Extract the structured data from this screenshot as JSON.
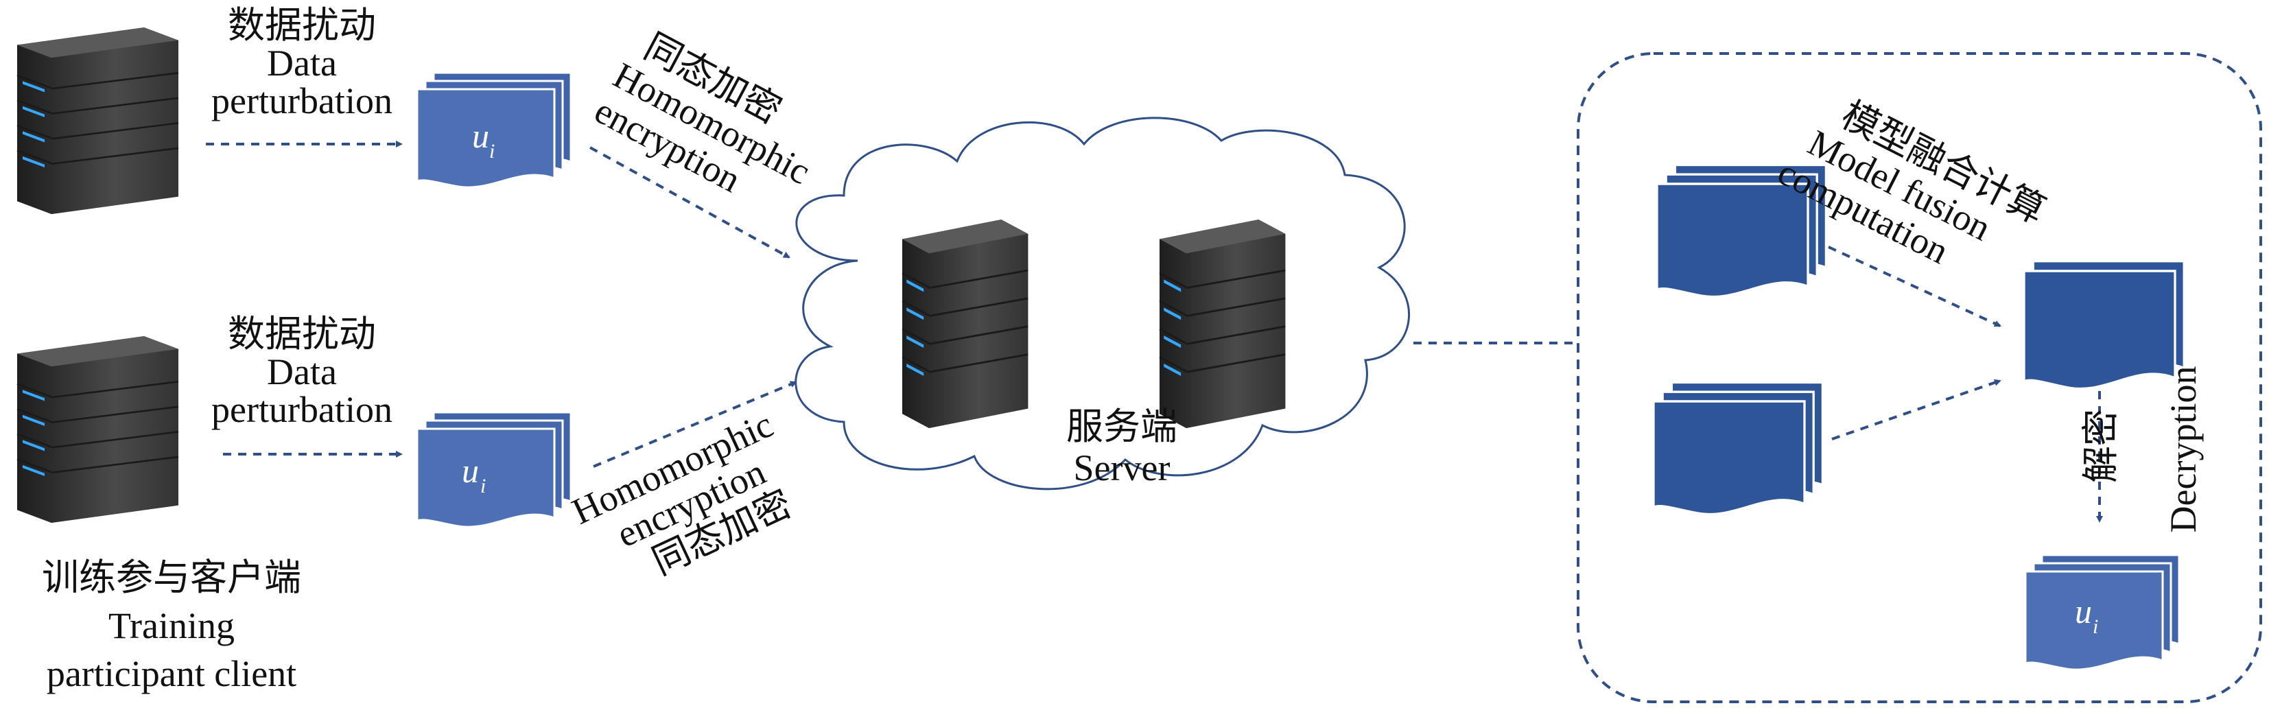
{
  "colors": {
    "arrow": "#2f4f86",
    "document_fill": "#4d6fb3",
    "document_fill_dark": "#2e5597",
    "cloud_stroke": "#2f4f86",
    "server_body": "#3c3c3c",
    "server_led": "#2f8fdc"
  },
  "icons": {
    "server": "server-tower-icon",
    "document": "document-stack-icon",
    "cloud": "cloud-shape"
  },
  "clients": {
    "perturbation_cn": "数据扰动",
    "perturbation_en_1": "Data",
    "perturbation_en_2": "perturbation",
    "client_label_cn": "训练参与客户端",
    "client_label_en_1": "Training",
    "client_label_en_2": "participant client"
  },
  "documents": {
    "u": "u",
    "sub": "i"
  },
  "encryption": {
    "top_cn": "同态加密",
    "top_en_1": "Homomorphic",
    "top_en_2": "encryption",
    "bottom_en_1": "Homomorphic",
    "bottom_en_2": "encryption",
    "bottom_cn": "同态加密"
  },
  "server": {
    "label_cn": "服务端",
    "label_en": "Server"
  },
  "fusion": {
    "label_cn": "模型融合计算",
    "label_en_1": "Model fusion",
    "label_en_2": "computation",
    "decrypt_cn": "解密",
    "decrypt_en": "Decryption"
  }
}
